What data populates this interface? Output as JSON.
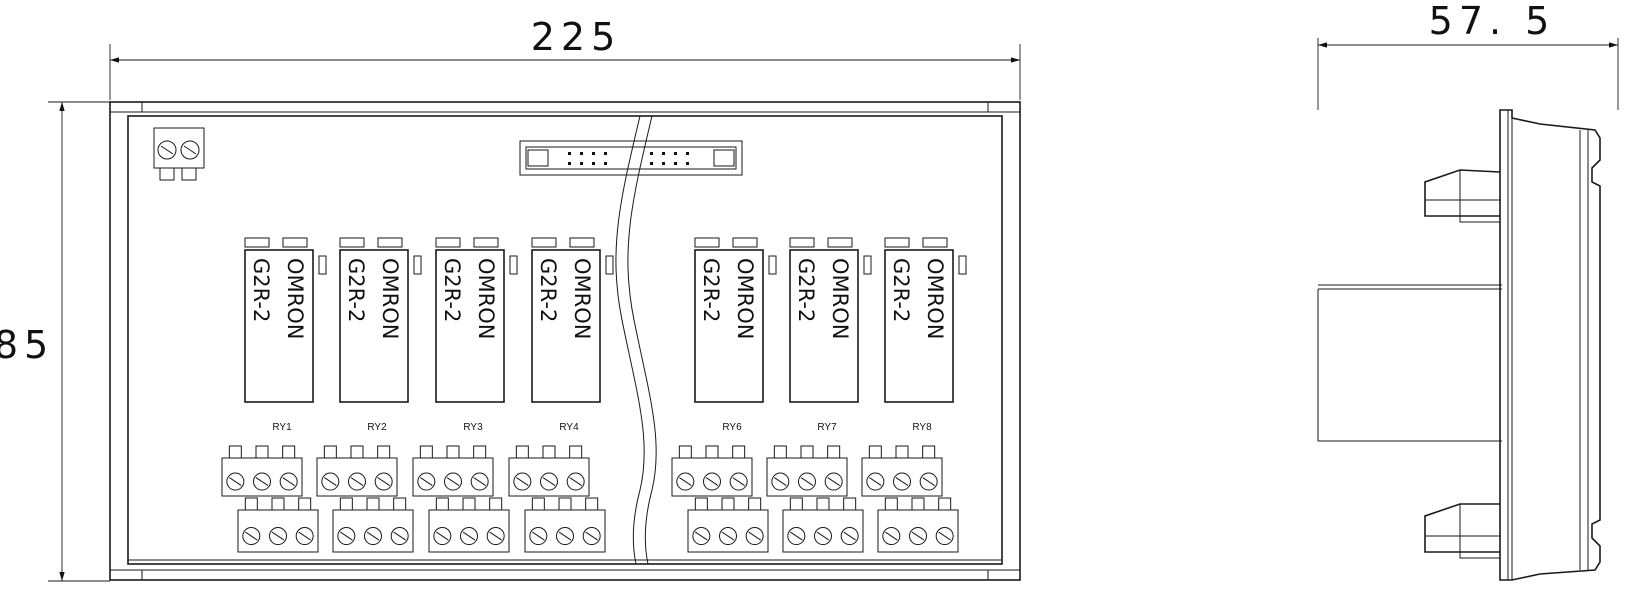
{
  "dimensions": {
    "width": "225",
    "height": "85",
    "depth": "57. 5"
  },
  "relays": [
    {
      "brand": "OMRON",
      "model": "G2R-2",
      "label": "RY1"
    },
    {
      "brand": "OMRON",
      "model": "G2R-2",
      "label": "RY2"
    },
    {
      "brand": "OMRON",
      "model": "G2R-2",
      "label": "RY3"
    },
    {
      "brand": "OMRON",
      "model": "G2R-2",
      "label": "RY4"
    },
    {
      "brand": "OMRON",
      "model": "G2R-2",
      "label": "RY6"
    },
    {
      "brand": "OMRON",
      "model": "G2R-2",
      "label": "RY7"
    },
    {
      "brand": "OMRON",
      "model": "G2R-2",
      "label": "RY8"
    }
  ]
}
